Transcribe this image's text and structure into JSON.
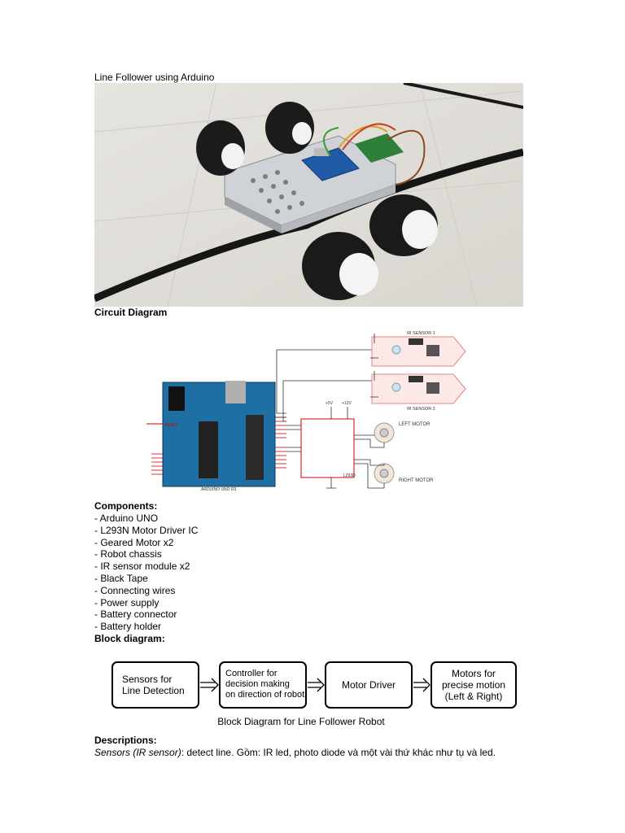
{
  "doc_title": "Line Follower using Arduino",
  "circuit_heading": "Circuit Diagram",
  "circuit": {
    "ir_sensor_1": "IR SENSOR 1",
    "ir_sensor_2": "IR SENSOR 2",
    "left_motor": "LEFT MOTOR",
    "right_motor": "RIGHT MOTOR",
    "driver_chip": "L293D",
    "arduino_label": "ARDUINO UNO R3",
    "v5": "+5V",
    "v12": "+12V",
    "reset": "RESET"
  },
  "components_heading": "Components:",
  "components": [
    "- Arduino UNO",
    "- L293N Motor Driver IC",
    "- Geared Motor x2",
    "- Robot chassis",
    "- IR sensor module x2",
    "- Black Tape",
    "- Connecting wires",
    "- Power supply",
    "- Battery connector",
    "- Battery holder"
  ],
  "block_heading": "Block diagram:",
  "block_diagram": {
    "boxes": [
      [
        "Sensors for",
        "Line Detection"
      ],
      [
        "Controller for",
        "decision making",
        "on direction of robot"
      ],
      [
        "Motor Driver"
      ],
      [
        "Motors for",
        "precise motion",
        "(Left & Right)"
      ]
    ],
    "caption": "Block Diagram for Line Follower Robot"
  },
  "descriptions_heading": "Descriptions:",
  "description": {
    "term": "Sensors (IR sensor)",
    "text": ": detect line. Gồm: IR led, photo diode và một vài thứ khác như tụ và led."
  }
}
